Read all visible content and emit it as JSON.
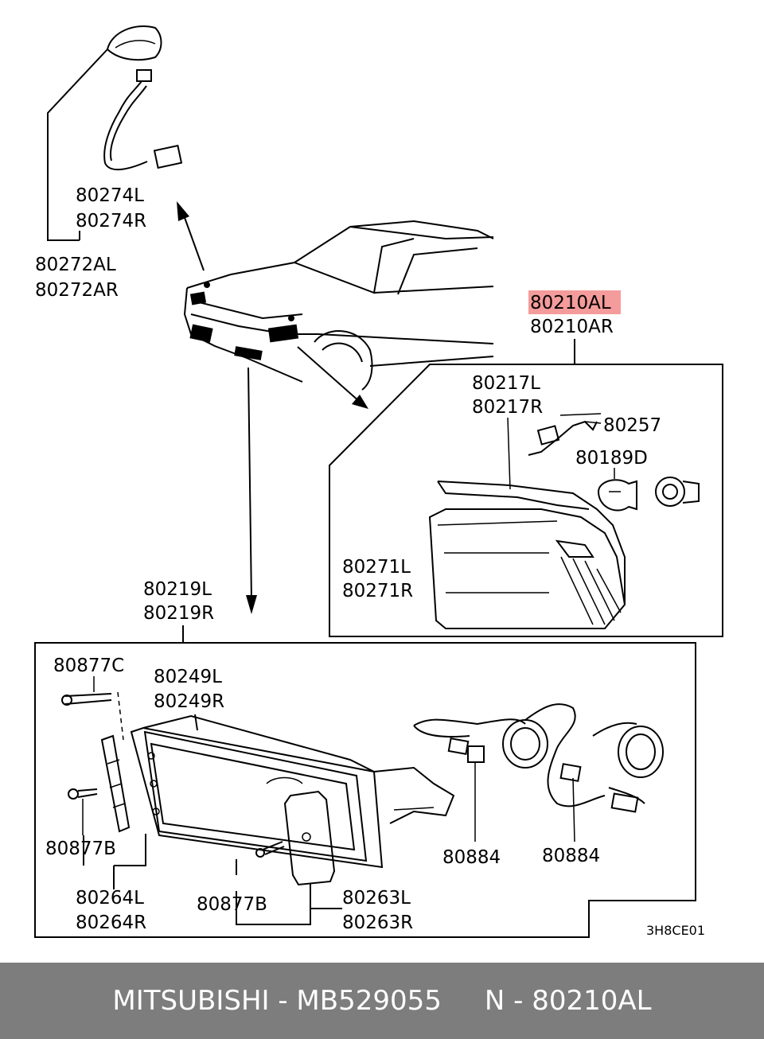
{
  "labels": {
    "p80274L": "80274L",
    "p80274R": "80274R",
    "p80272AL": "80272AL",
    "p80272AR": "80272AR",
    "p80210AL": "80210AL",
    "p80210AR": "80210AR",
    "p80217L": "80217L",
    "p80217R": "80217R",
    "p80257": "80257",
    "p80189D": "80189D",
    "p80271L": "80271L",
    "p80271R": "80271R",
    "p80219L": "80219L",
    "p80219R": "80219R",
    "p80877C": "80877C",
    "p80249L": "80249L",
    "p80249R": "80249R",
    "p80877B_a": "80877B",
    "p80877B_b": "80877B",
    "p80264L": "80264L",
    "p80264R": "80264R",
    "p80263L": "80263L",
    "p80263R": "80263R",
    "p80884_a": "80884",
    "p80884_b": "80884",
    "diagram_code": "3H8CE01"
  },
  "highlight_color": "#f28a8a",
  "footer": {
    "brand": "MITSUBISHI",
    "part_number": "MB529055",
    "ref": "N - 80210AL",
    "text": "MITSUBISHI - MB529055     N - 80210AL"
  }
}
